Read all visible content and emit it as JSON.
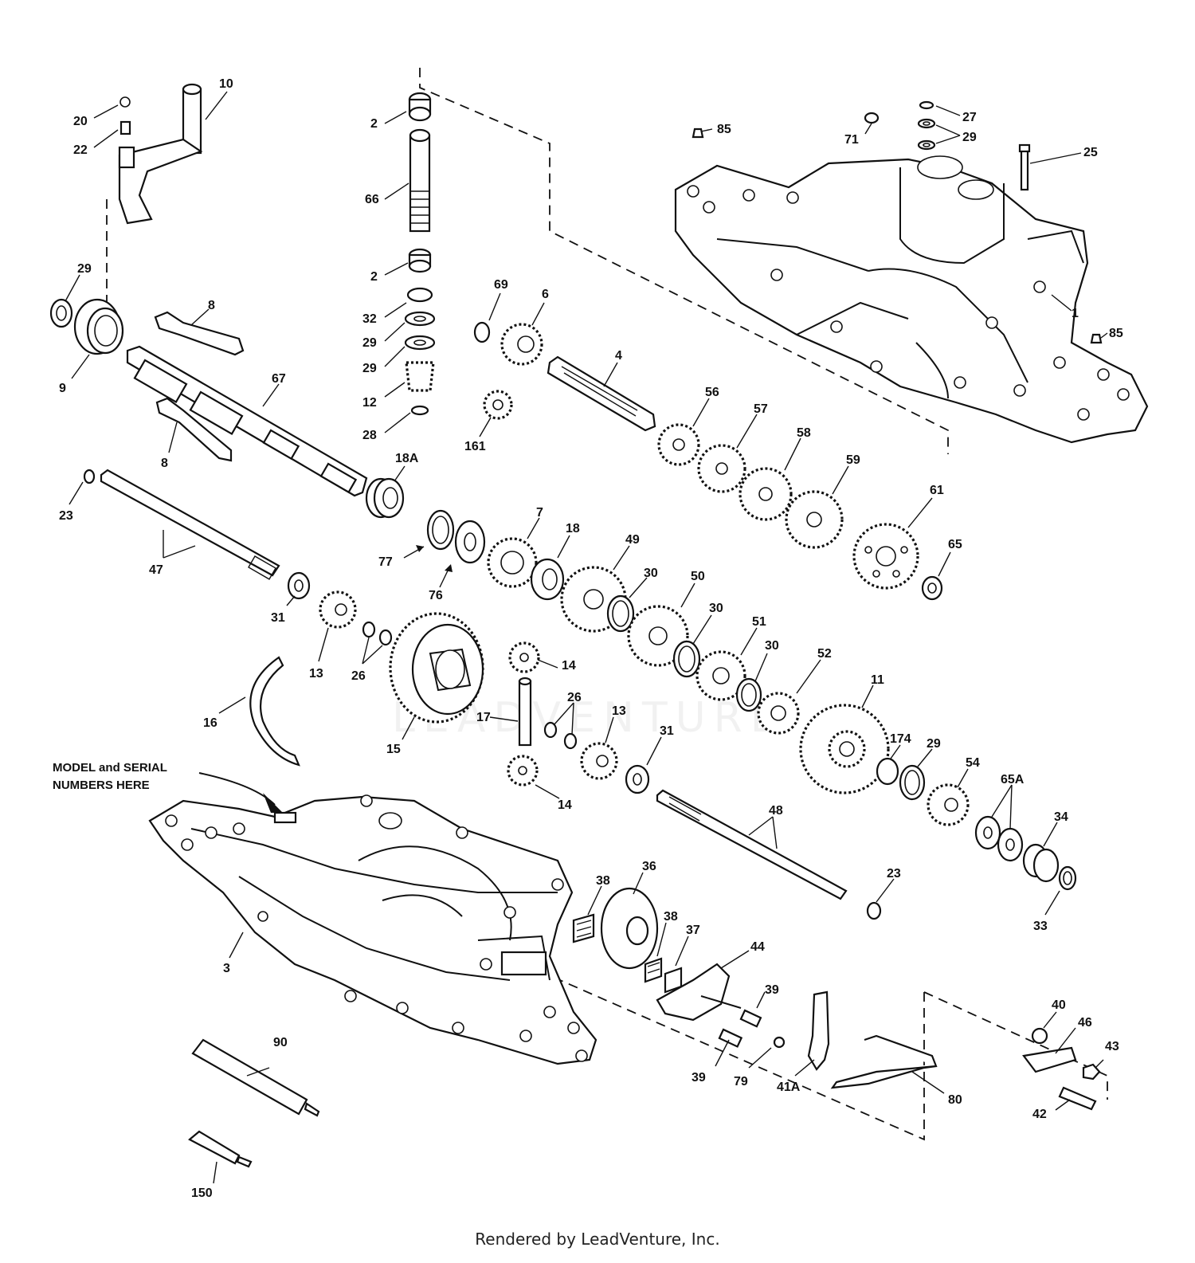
{
  "footer": "Rendered by LeadVenture, Inc.",
  "watermark": "LEADVENTURE",
  "note": {
    "line1": "MODEL and SERIAL",
    "line2": "NUMBERS HERE"
  },
  "labels": [
    {
      "id": "10",
      "text": "10"
    },
    {
      "id": "20",
      "text": "20"
    },
    {
      "id": "22",
      "text": "22"
    },
    {
      "id": "29a",
      "text": "29"
    },
    {
      "id": "9",
      "text": "9"
    },
    {
      "id": "8a",
      "text": "8"
    },
    {
      "id": "8b",
      "text": "8"
    },
    {
      "id": "67",
      "text": "67"
    },
    {
      "id": "18A",
      "text": "18A"
    },
    {
      "id": "23a",
      "text": "23"
    },
    {
      "id": "47",
      "text": "47"
    },
    {
      "id": "2a",
      "text": "2"
    },
    {
      "id": "66",
      "text": "66"
    },
    {
      "id": "2b",
      "text": "2"
    },
    {
      "id": "32",
      "text": "32"
    },
    {
      "id": "29b",
      "text": "29"
    },
    {
      "id": "29c",
      "text": "29"
    },
    {
      "id": "12",
      "text": "12"
    },
    {
      "id": "28",
      "text": "28"
    },
    {
      "id": "161",
      "text": "161"
    },
    {
      "id": "69",
      "text": "69"
    },
    {
      "id": "6",
      "text": "6"
    },
    {
      "id": "4",
      "text": "4"
    },
    {
      "id": "85a",
      "text": "85"
    },
    {
      "id": "71",
      "text": "71"
    },
    {
      "id": "27",
      "text": "27"
    },
    {
      "id": "29d",
      "text": "29"
    },
    {
      "id": "25",
      "text": "25"
    },
    {
      "id": "1",
      "text": "1"
    },
    {
      "id": "85b",
      "text": "85"
    },
    {
      "id": "56",
      "text": "56"
    },
    {
      "id": "57",
      "text": "57"
    },
    {
      "id": "58",
      "text": "58"
    },
    {
      "id": "59",
      "text": "59"
    },
    {
      "id": "61",
      "text": "61"
    },
    {
      "id": "65",
      "text": "65"
    },
    {
      "id": "77",
      "text": "77"
    },
    {
      "id": "76",
      "text": "76"
    },
    {
      "id": "7",
      "text": "7"
    },
    {
      "id": "18",
      "text": "18"
    },
    {
      "id": "49",
      "text": "49"
    },
    {
      "id": "30a",
      "text": "30"
    },
    {
      "id": "50",
      "text": "50"
    },
    {
      "id": "30b",
      "text": "30"
    },
    {
      "id": "51",
      "text": "51"
    },
    {
      "id": "30c",
      "text": "30"
    },
    {
      "id": "52",
      "text": "52"
    },
    {
      "id": "31a",
      "text": "31"
    },
    {
      "id": "13a",
      "text": "13"
    },
    {
      "id": "26a",
      "text": "26"
    },
    {
      "id": "16",
      "text": "16"
    },
    {
      "id": "15",
      "text": "15"
    },
    {
      "id": "14a",
      "text": "14"
    },
    {
      "id": "17",
      "text": "17"
    },
    {
      "id": "26b",
      "text": "26"
    },
    {
      "id": "13b",
      "text": "13"
    },
    {
      "id": "14b",
      "text": "14"
    },
    {
      "id": "31b",
      "text": "31"
    },
    {
      "id": "11",
      "text": "11"
    },
    {
      "id": "174",
      "text": "174"
    },
    {
      "id": "29e",
      "text": "29"
    },
    {
      "id": "54",
      "text": "54"
    },
    {
      "id": "65A",
      "text": "65A"
    },
    {
      "id": "34",
      "text": "34"
    },
    {
      "id": "48",
      "text": "48"
    },
    {
      "id": "23b",
      "text": "23"
    },
    {
      "id": "33",
      "text": "33"
    },
    {
      "id": "3",
      "text": "3"
    },
    {
      "id": "38a",
      "text": "38"
    },
    {
      "id": "36",
      "text": "36"
    },
    {
      "id": "38b",
      "text": "38"
    },
    {
      "id": "37",
      "text": "37"
    },
    {
      "id": "44",
      "text": "44"
    },
    {
      "id": "39a",
      "text": "39"
    },
    {
      "id": "39b",
      "text": "39"
    },
    {
      "id": "79",
      "text": "79"
    },
    {
      "id": "41A",
      "text": "41A"
    },
    {
      "id": "80",
      "text": "80"
    },
    {
      "id": "40",
      "text": "40"
    },
    {
      "id": "46",
      "text": "46"
    },
    {
      "id": "43",
      "text": "43"
    },
    {
      "id": "42",
      "text": "42"
    },
    {
      "id": "90",
      "text": "90"
    },
    {
      "id": "150",
      "text": "150"
    }
  ]
}
